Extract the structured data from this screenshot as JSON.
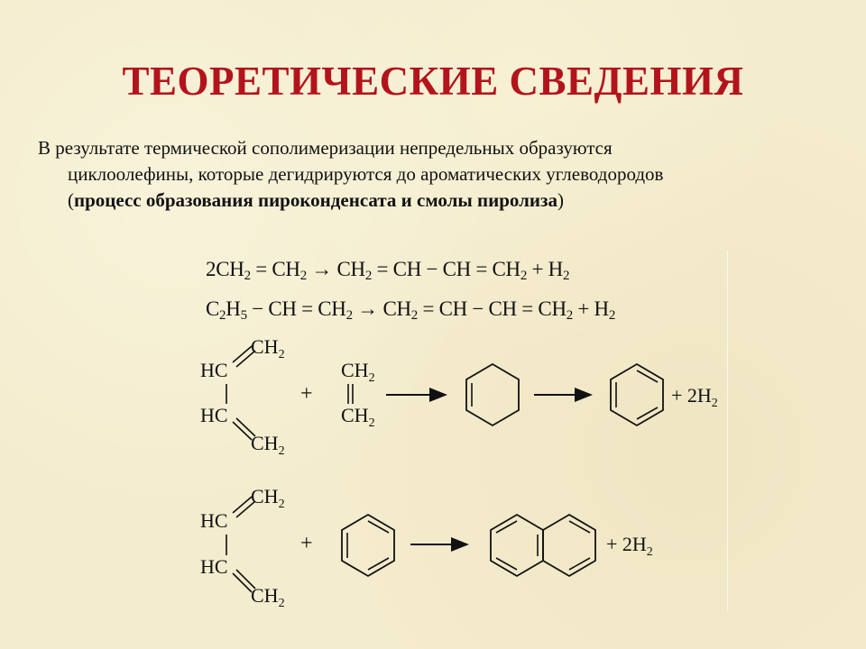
{
  "title": "ТЕОРЕТИЧЕСКИЕ СВЕДЕНИЯ",
  "intro": {
    "line1": "В результате термической сополимеризации непредельных образуются",
    "line2": "циклоолефины, которые дегидрируются до ароматических углеводородов",
    "open_paren": "(",
    "bold": "процесс образования пироконденсата и смолы пиролиза",
    "close_paren": ")"
  },
  "equation1": {
    "a": "2CH",
    "a_sub": "2",
    "b": " = CH",
    "b_sub": "2",
    "arrow": " → ",
    "c": "CH",
    "c_sub": "2",
    "d": " = CH − CH = CH",
    "d_sub": "2",
    "e": " + H",
    "e_sub": "2"
  },
  "equation2": {
    "a": "C",
    "a_sub": "2",
    "b": "H",
    "b_sub": "5",
    "c": " − CH = CH",
    "c_sub": "2",
    "arrow": " → ",
    "d": "CH",
    "d_sub": "2",
    "e": " = CH − CH = CH",
    "e_sub": "2",
    "f": " + H",
    "f_sub": "2"
  },
  "reaction1": {
    "butadiene": {
      "top": "CH",
      "top_sub": "2",
      "mid1": "HC",
      "mid2": "HC",
      "bottom": "CH",
      "bottom_sub": "2"
    },
    "plus": "+",
    "ethylene": {
      "top": "CH",
      "top_sub": "2",
      "bottom": "CH",
      "bottom_sub": "2"
    },
    "product": "+ 2H",
    "product_sub": "2"
  },
  "reaction2": {
    "butadiene": {
      "top": "CH",
      "top_sub": "2",
      "mid1": "HC",
      "mid2": "HC",
      "bottom": "CH",
      "bottom_sub": "2"
    },
    "plus": "+",
    "product": "+ 2H",
    "product_sub": "2"
  }
}
